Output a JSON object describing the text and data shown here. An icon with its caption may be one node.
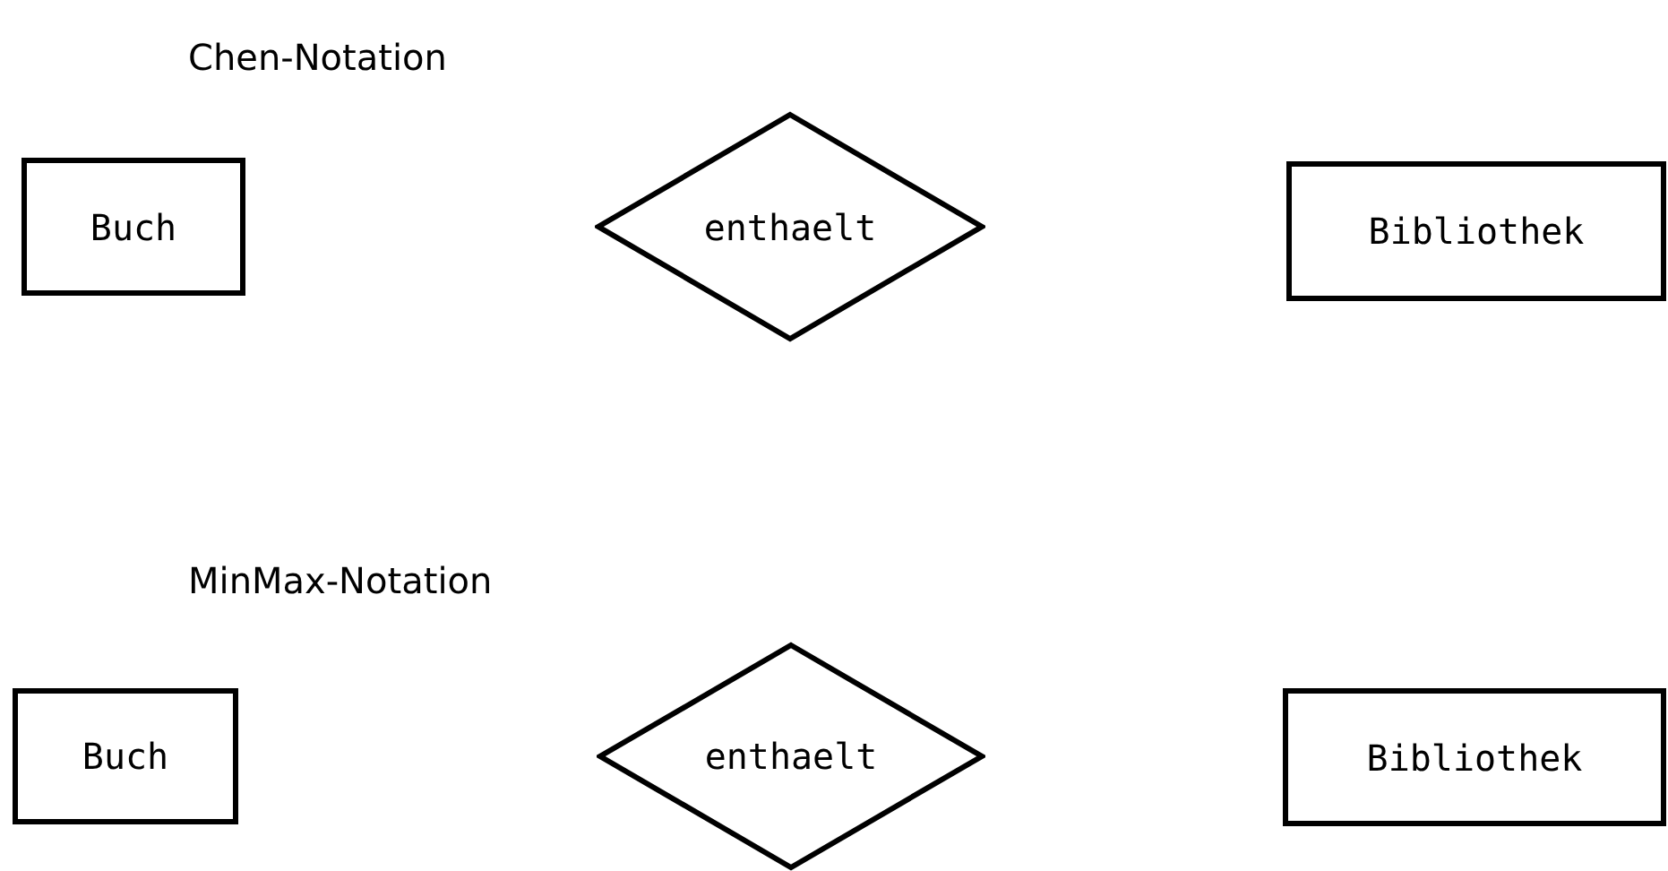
{
  "diagram": {
    "nodes": [
      {
        "text": [
          "Buch"
        ]
      },
      {
        "text": [
          "enthaelt"
        ]
      },
      {
        "text": [
          "Bibliothek"
        ]
      },
      {
        "text": [
          "Buch"
        ]
      },
      {
        "text": [
          "enthaelt"
        ]
      },
      {
        "text": [
          "Bibliothek"
        ]
      }
    ],
    "labels": [
      "Chen-Notation",
      "MinMax-Notation"
    ]
  }
}
